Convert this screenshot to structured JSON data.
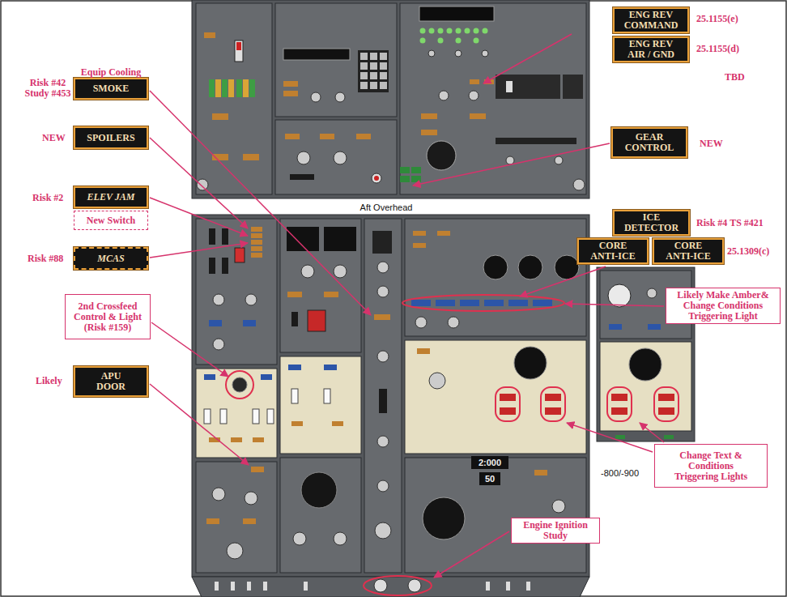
{
  "diagram": {
    "nodes": [
      {
        "text": [
          "ENG REV COMMAND"
        ]
      },
      {
        "text": [
          "ENG REV AIR / GND"
        ]
      },
      {
        "text": [
          "GEAR CONTROL"
        ]
      },
      {
        "text": [
          "ICE DETECTOR"
        ]
      },
      {
        "text": [
          "CORE ANTI-ICE"
        ]
      },
      {
        "text": [
          "CORE ANTI-ICE"
        ]
      },
      {
        "text": [
          "Equip Cooling",
          "SMOKE"
        ]
      },
      {
        "text": [
          "SPOILERS"
        ]
      },
      {
        "text": [
          "Likely Make Amber& Change Conditions Triggering Light"
        ]
      },
      {
        "text": [
          "ELEV JAM"
        ]
      },
      {
        "text": [
          "New Switch"
        ]
      },
      {
        "text": [
          "MCAS"
        ]
      },
      {
        "text": [
          "2nd Crossfeed Control & Light (Risk #159)"
        ]
      },
      {
        "text": [
          "APU DOOR"
        ]
      },
      {
        "text": [
          "Change Text & Conditions Triggering Lights"
        ]
      },
      {
        "text": [
          "Engine Ignition Study"
        ]
      }
    ],
    "labels": [
      "25.1155(e)",
      "25.1155(d)",
      "TBD",
      "NEW",
      "Risk #4 TS #421",
      "25.1309(c)",
      "Aft Overhead",
      "Risk #42 Study #453",
      "NEW",
      "Risk #2",
      "Risk #88",
      "Likely",
      "-800/-900",
      "2:000",
      "50"
    ]
  }
}
